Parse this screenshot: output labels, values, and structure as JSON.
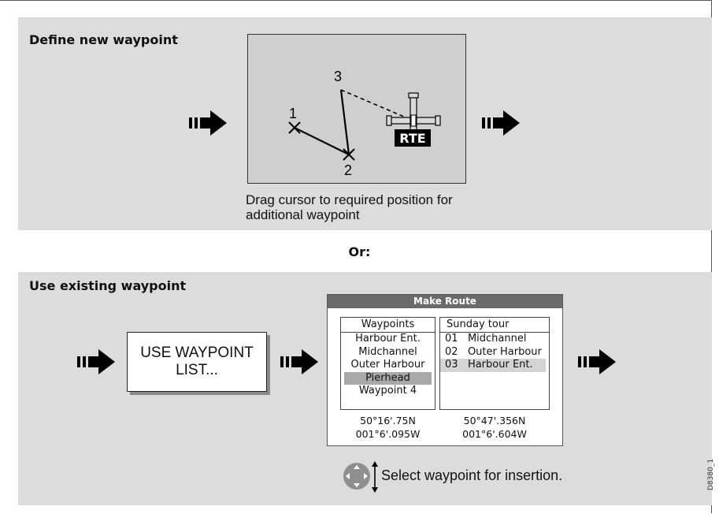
{
  "define_panel": {
    "title": "Define new waypoint",
    "map": {
      "labels": [
        "1",
        "2",
        "3"
      ],
      "cursor_badge": "RTE"
    },
    "caption": "Drag cursor to required position for additional waypoint"
  },
  "or_label": "Or:",
  "existing_panel": {
    "title": "Use existing waypoint",
    "soft_button": "USE WAYPOINT LIST...",
    "dialog": {
      "title": "Make Route",
      "waypoints_header": "Waypoints",
      "waypoints": [
        "Harbour Ent.",
        "Midchannel",
        "Outer Harbour",
        "Pierhead",
        "Waypoint 4"
      ],
      "selected_waypoint": "Pierhead",
      "route_header": "Sunday tour",
      "route_items": [
        "01   Midchannel",
        "02   Outer Harbour",
        "03   Harbour Ent."
      ],
      "selected_route_item": "03   Harbour Ent.",
      "left_lat": "50°16'.75N",
      "left_lon": "001°6'.095W",
      "right_lat": "50°47'.356N",
      "right_lon": "001°6'.604W"
    },
    "hint": "Select waypoint for insertion."
  },
  "figure_id": "D8380_1",
  "colors": {
    "panel_bg": "#dcdcdc",
    "map_bg": "#cfcfcf",
    "arrow": "#000000",
    "dialog_title_bg": "#6b6b6b"
  }
}
